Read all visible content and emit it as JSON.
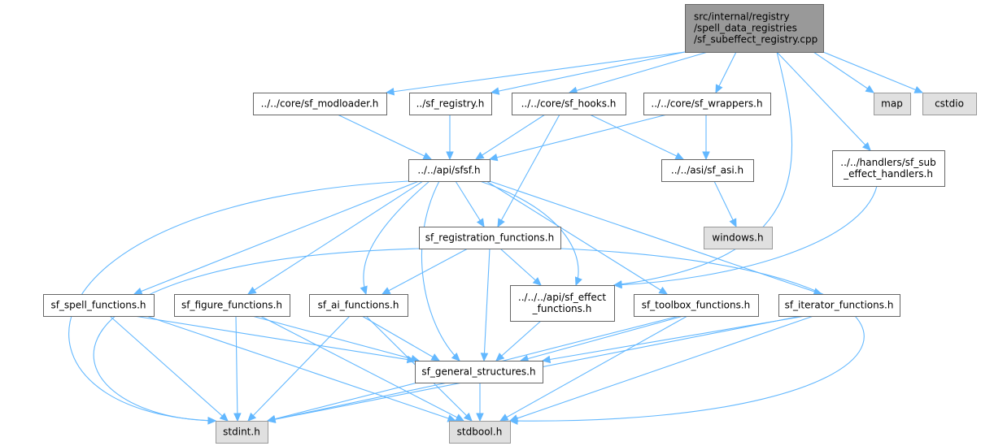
{
  "diagram": {
    "type": "include-dependency-graph",
    "colors": {
      "root_fill": "#999999",
      "file_fill": "#ffffff",
      "system_fill": "#e0e0e0",
      "edge": "#63b8ff",
      "border": "#666666"
    },
    "nodes": [
      {
        "id": "root",
        "kind": "root",
        "lines": [
          "src/internal/registry",
          "/spell_data_registries",
          "/sf_subeffect_registry.cpp"
        ]
      },
      {
        "id": "modloader",
        "kind": "file",
        "lines": [
          "../../core/sf_modloader.h"
        ]
      },
      {
        "id": "registry",
        "kind": "file",
        "lines": [
          "../sf_registry.h"
        ]
      },
      {
        "id": "hooks",
        "kind": "file",
        "lines": [
          "../../core/sf_hooks.h"
        ]
      },
      {
        "id": "wrappers",
        "kind": "file",
        "lines": [
          "../../core/sf_wrappers.h"
        ]
      },
      {
        "id": "map",
        "kind": "system",
        "lines": [
          "map"
        ]
      },
      {
        "id": "cstdio",
        "kind": "system",
        "lines": [
          "cstdio"
        ]
      },
      {
        "id": "sfsf",
        "kind": "file",
        "lines": [
          "../../api/sfsf.h"
        ]
      },
      {
        "id": "asi",
        "kind": "file",
        "lines": [
          "../../asi/sf_asi.h"
        ]
      },
      {
        "id": "subhandlers",
        "kind": "file",
        "lines": [
          "../../handlers/sf_sub",
          "_effect_handlers.h"
        ]
      },
      {
        "id": "windows",
        "kind": "system",
        "lines": [
          "windows.h"
        ]
      },
      {
        "id": "regfuncs",
        "kind": "file",
        "lines": [
          "sf_registration_functions.h"
        ]
      },
      {
        "id": "spellfuncs",
        "kind": "file",
        "lines": [
          "sf_spell_functions.h"
        ]
      },
      {
        "id": "figurefuncs",
        "kind": "file",
        "lines": [
          "sf_figure_functions.h"
        ]
      },
      {
        "id": "aifuncs",
        "kind": "file",
        "lines": [
          "sf_ai_functions.h"
        ]
      },
      {
        "id": "effectfuncs",
        "kind": "file",
        "lines": [
          "../../../api/sf_effect",
          "_functions.h"
        ]
      },
      {
        "id": "toolboxfuncs",
        "kind": "file",
        "lines": [
          "sf_toolbox_functions.h"
        ]
      },
      {
        "id": "iterfuncs",
        "kind": "file",
        "lines": [
          "sf_iterator_functions.h"
        ]
      },
      {
        "id": "genstruct",
        "kind": "file",
        "lines": [
          "sf_general_structures.h"
        ]
      },
      {
        "id": "stdint",
        "kind": "system",
        "lines": [
          "stdint.h"
        ]
      },
      {
        "id": "stdbool",
        "kind": "system",
        "lines": [
          "stdbool.h"
        ]
      }
    ],
    "edges": [
      [
        "root",
        "modloader"
      ],
      [
        "root",
        "registry"
      ],
      [
        "root",
        "hooks"
      ],
      [
        "root",
        "wrappers"
      ],
      [
        "root",
        "map"
      ],
      [
        "root",
        "cstdio"
      ],
      [
        "root",
        "subhandlers"
      ],
      [
        "root",
        "effectfuncs"
      ],
      [
        "modloader",
        "sfsf"
      ],
      [
        "registry",
        "sfsf"
      ],
      [
        "hooks",
        "sfsf"
      ],
      [
        "hooks",
        "asi"
      ],
      [
        "hooks",
        "regfuncs"
      ],
      [
        "wrappers",
        "sfsf"
      ],
      [
        "wrappers",
        "asi"
      ],
      [
        "asi",
        "windows"
      ],
      [
        "subhandlers",
        "effectfuncs"
      ],
      [
        "sfsf",
        "regfuncs"
      ],
      [
        "sfsf",
        "spellfuncs"
      ],
      [
        "sfsf",
        "figurefuncs"
      ],
      [
        "sfsf",
        "aifuncs"
      ],
      [
        "sfsf",
        "effectfuncs"
      ],
      [
        "sfsf",
        "toolboxfuncs"
      ],
      [
        "sfsf",
        "iterfuncs"
      ],
      [
        "sfsf",
        "genstruct"
      ],
      [
        "sfsf",
        "stdint"
      ],
      [
        "regfuncs",
        "aifuncs"
      ],
      [
        "regfuncs",
        "effectfuncs"
      ],
      [
        "regfuncs",
        "genstruct"
      ],
      [
        "regfuncs",
        "stdint"
      ],
      [
        "regfuncs",
        "stdbool"
      ],
      [
        "spellfuncs",
        "genstruct"
      ],
      [
        "spellfuncs",
        "stdint"
      ],
      [
        "spellfuncs",
        "stdbool"
      ],
      [
        "figurefuncs",
        "genstruct"
      ],
      [
        "figurefuncs",
        "stdint"
      ],
      [
        "figurefuncs",
        "stdbool"
      ],
      [
        "aifuncs",
        "genstruct"
      ],
      [
        "aifuncs",
        "stdint"
      ],
      [
        "aifuncs",
        "stdbool"
      ],
      [
        "effectfuncs",
        "genstruct"
      ],
      [
        "toolboxfuncs",
        "genstruct"
      ],
      [
        "toolboxfuncs",
        "stdint"
      ],
      [
        "toolboxfuncs",
        "stdbool"
      ],
      [
        "iterfuncs",
        "genstruct"
      ],
      [
        "iterfuncs",
        "stdint"
      ],
      [
        "iterfuncs",
        "stdbool"
      ],
      [
        "genstruct",
        "stdint"
      ],
      [
        "genstruct",
        "stdbool"
      ]
    ]
  }
}
